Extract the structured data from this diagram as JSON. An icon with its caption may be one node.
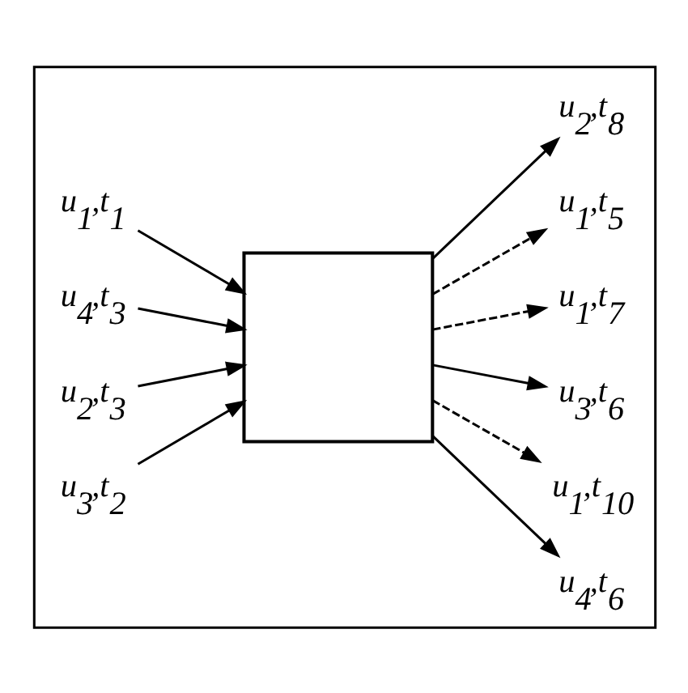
{
  "diagram": {
    "nodes": [
      {
        "text": [],
        "shape": "box"
      },
      {
        "text": [],
        "shape": "box",
        "in": 0
      },
      {
        "text": [
          "u$_{1}$,t$_{1}$"
        ],
        "in": 0
      },
      {
        "text": [
          "u$_{4}$,t$_{6}$"
        ],
        "in": 0
      },
      {
        "text": [
          "u$_{1}$,t$_{10}$"
        ],
        "in": 0
      },
      {
        "text": [
          "u$_{4}$,t$_{3}$"
        ],
        "in": 0
      },
      {
        "text": [
          "u$_{3}$,t$_{6}$"
        ],
        "in": 0
      },
      {
        "text": [
          "u$_{2}$,t$_{3}$"
        ],
        "in": 0
      },
      {
        "text": [
          "u$_{1}$,t$_{7}$"
        ],
        "in": 0
      },
      {
        "text": [
          "u$_{1}$,t$_{5}$"
        ],
        "in": 0
      },
      {
        "text": [
          "u$_{2}$,t$_{8}$"
        ],
        "in": 0
      },
      {
        "text": [
          "u$_{3}$,t$_{2}$"
        ],
        "in": 0
      }
    ],
    "edges": [
      {
        "from": 2,
        "to": 1,
        "arrow": "to"
      },
      {
        "from": 7,
        "to": 1,
        "arrow": "to"
      },
      {
        "from": 11,
        "to": 1,
        "arrow": "to"
      },
      {
        "from": 5,
        "to": 1,
        "arrow": "to"
      },
      {
        "from": 1,
        "to": 3,
        "arrow": "to"
      },
      {
        "from": 1,
        "to": 6,
        "arrow": "to"
      },
      {
        "from": 1,
        "to": 10,
        "arrow": "to"
      },
      {
        "from": 1,
        "to": 4,
        "arrow": "to",
        "style": "dashed"
      },
      {
        "from": 1,
        "to": 8,
        "arrow": "to",
        "style": "dashed"
      },
      {
        "from": 1,
        "to": 9,
        "arrow": "to",
        "style": "dashed"
      }
    ]
  }
}
